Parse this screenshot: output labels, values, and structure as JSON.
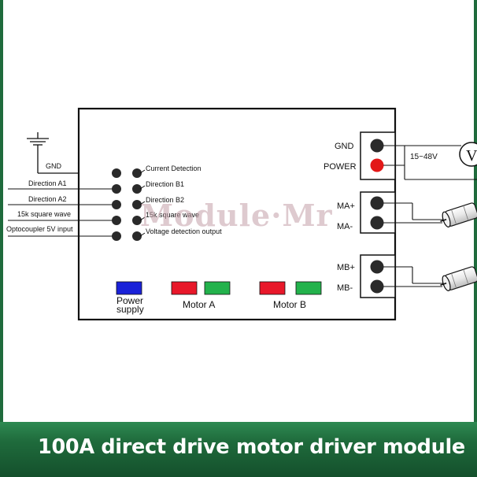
{
  "title": "100A direct drive motor driver module",
  "watermark": "Module·Mr",
  "left_pins": [
    "GND",
    "Direction A1",
    "Direction A2",
    "15k square wave",
    "Optocoupler 5V input"
  ],
  "right_pins": [
    "Current Detection",
    "Direction B1",
    "Direction B2",
    "15k square wave",
    "Voltage detection output"
  ],
  "terminals": {
    "gnd": "GND",
    "power": "POWER",
    "ma_plus": "MA+",
    "ma_minus": "MA-",
    "mb_plus": "MB+",
    "mb_minus": "MB-"
  },
  "supply_voltage": "15~48V",
  "voltmeter_symbol": "V",
  "legend": {
    "power_supply_line1": "Power",
    "power_supply_line2": "supply",
    "motor_a": "Motor A",
    "motor_b": "Motor B"
  },
  "colors": {
    "power_supply": "#1a22d8",
    "motor_red": "#e8182a",
    "motor_green": "#23b24c",
    "power_terminal": "#e31818",
    "footer_green": "#1f6b3c"
  }
}
